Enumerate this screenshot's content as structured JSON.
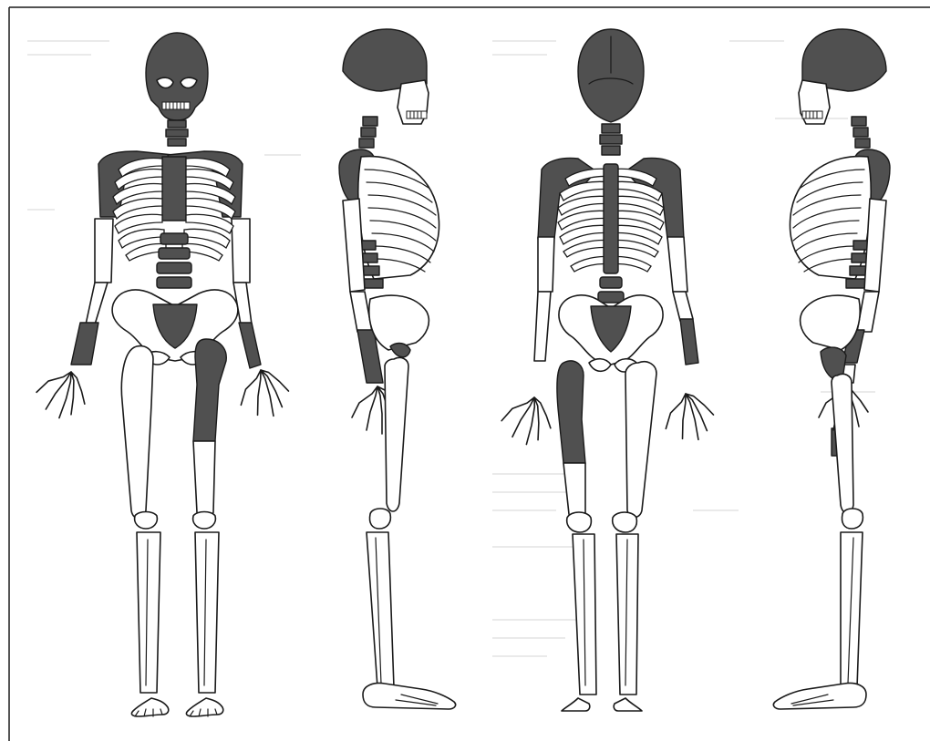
{
  "figure": {
    "views": [
      {
        "id": "anterior"
      },
      {
        "id": "lateral-right"
      },
      {
        "id": "posterior"
      },
      {
        "id": "lateral-left"
      }
    ],
    "colors": {
      "present_bone": "#505050",
      "missing_bone": "#ffffff",
      "outline": "#1a1a1a",
      "background": "#ffffff"
    }
  }
}
